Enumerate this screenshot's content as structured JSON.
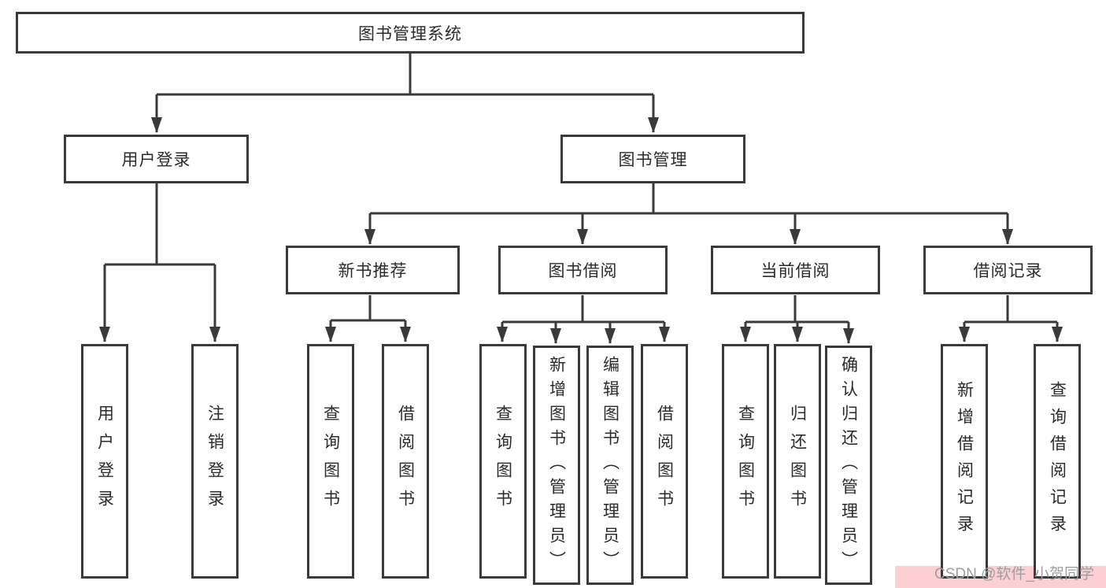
{
  "root": {
    "label": "图书管理系统"
  },
  "branches": [
    {
      "label": "用户登录",
      "children": [
        "用户登录",
        "注销登录"
      ]
    },
    {
      "label": "图书管理",
      "groups": [
        {
          "label": "新书推荐",
          "children": [
            "查询图书",
            "借阅图书"
          ]
        },
        {
          "label": "图书借阅",
          "children": [
            "查询图书",
            "新增图书（管理员）",
            "编辑图书（管理员）",
            "借阅图书"
          ]
        },
        {
          "label": "当前借阅",
          "children": [
            "查询图书",
            "归还图书",
            "确认归还（管理员）"
          ]
        },
        {
          "label": "借阅记录",
          "children": [
            "新增借阅记录",
            "查询借阅记录"
          ]
        }
      ]
    }
  ],
  "watermark": {
    "text": "CSDN @软件_小贺同学",
    "text_color": "#9e9e9e",
    "band_color": "#fbcfd3"
  },
  "style": {
    "line_color": "#3a3a3a",
    "box_border_color": "#3a3a3a",
    "box_background": "#ffffff",
    "text_color": "#2b2b2b",
    "canvas_background": "#ffffff"
  }
}
